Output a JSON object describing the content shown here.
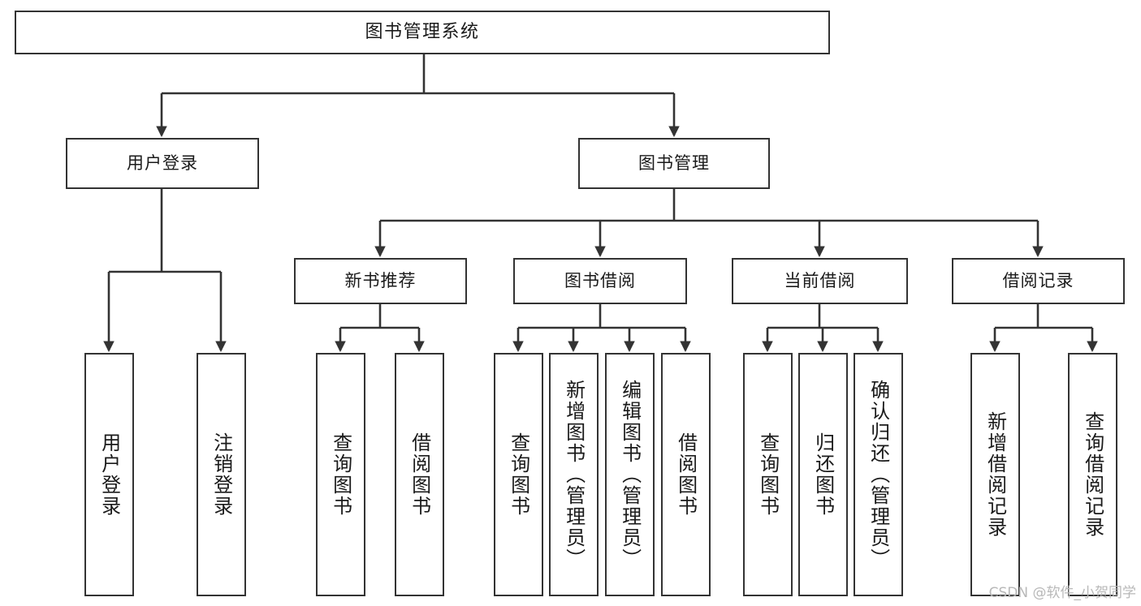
{
  "diagram": {
    "title": "图书管理系统",
    "type": "hierarchy-tree",
    "watermark": "CSDN @软件_小贺同学",
    "colors": {
      "background": "#ffffff",
      "box_border": "#333333",
      "box_fill": "#ffffff",
      "connector": "#333333",
      "watermark": "#b8b8b8"
    },
    "nodes": {
      "root": {
        "label": "图书管理系统"
      },
      "level1": [
        {
          "id": "user-login",
          "label": "用户登录"
        },
        {
          "id": "book-management",
          "label": "图书管理"
        }
      ],
      "level2": [
        {
          "id": "new-book-recommend",
          "label": "新书推荐"
        },
        {
          "id": "book-borrow",
          "label": "图书借阅"
        },
        {
          "id": "current-borrow",
          "label": "当前借阅"
        },
        {
          "id": "borrow-record",
          "label": "借阅记录"
        }
      ],
      "leaves": {
        "user-login": [
          {
            "id": "leaf-user-login",
            "label": "用户登录"
          },
          {
            "id": "leaf-logout-login",
            "label": "注销登录"
          }
        ],
        "new-book-recommend": [
          {
            "id": "leaf-query-book-1",
            "label": "查询图书"
          },
          {
            "id": "leaf-borrow-book-1",
            "label": "借阅图书"
          }
        ],
        "book-borrow": [
          {
            "id": "leaf-query-book-2",
            "label": "查询图书"
          },
          {
            "id": "leaf-add-book",
            "label": "新增图书（管理员）"
          },
          {
            "id": "leaf-edit-book",
            "label": "编辑图书（管理员）"
          },
          {
            "id": "leaf-borrow-book-2",
            "label": "借阅图书"
          }
        ],
        "current-borrow": [
          {
            "id": "leaf-query-book-3",
            "label": "查询图书"
          },
          {
            "id": "leaf-return-book",
            "label": "归还图书"
          },
          {
            "id": "leaf-confirm-return",
            "label": "确认归还（管理员）"
          }
        ],
        "borrow-record": [
          {
            "id": "leaf-add-record",
            "label": "新增借阅记录"
          },
          {
            "id": "leaf-query-record",
            "label": "查询借阅记录"
          }
        ]
      }
    }
  }
}
